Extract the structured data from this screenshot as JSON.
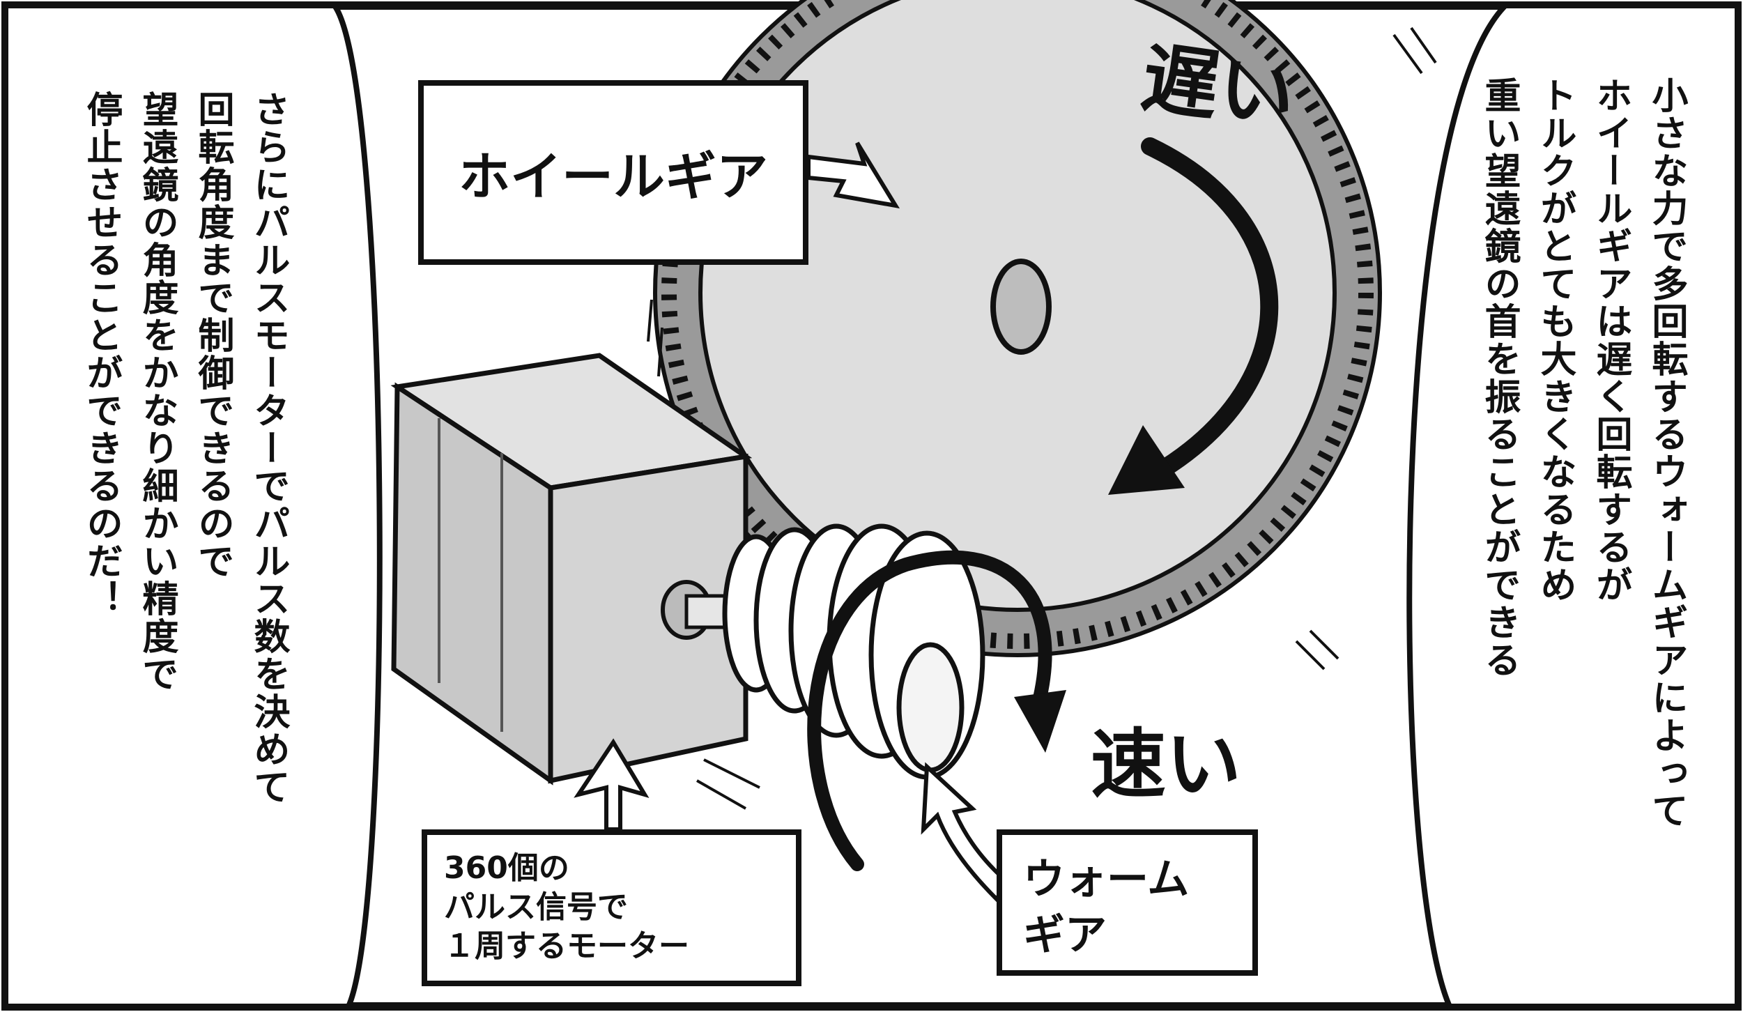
{
  "panel": {
    "left_narration": "さらにパルスモーターでパルス数を決めて\n回転角度まで制御できるので\n望遠鏡の角度をかなり細かい精度で\n停止させることができるのだ！",
    "right_narration": "小さな力で多回転するウォームギアによって\nホイールギアは遅く回転するが\nトルクがとても大きくなるため\n重い望遠鏡の首を振ることができる",
    "wheel_gear_label": "ホイールギア",
    "pulse_motor_label": "360個の\nパルス信号で\n１周するモーター",
    "worm_gear_label": "ウォーム\nギア",
    "slow_label": "遅い",
    "fast_label": "速い"
  },
  "colors": {
    "ink": "#111111",
    "gear_fill": "#dedede",
    "tooth_shade": "#9a9a9a",
    "motor_fill": "#c8c8c8",
    "paper": "#ffffff"
  }
}
